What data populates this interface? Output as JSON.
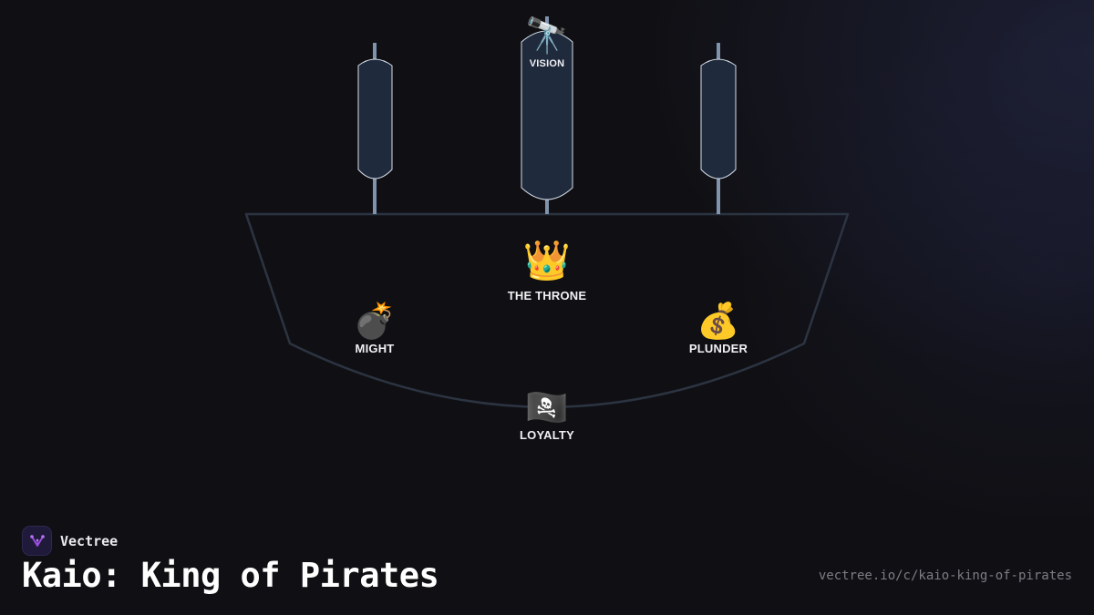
{
  "colors": {
    "background": "#101014",
    "hull_stroke": "#2c3442",
    "mast": "#7f93ad",
    "sail_fill": "#1f2a3d",
    "sail_stroke": "#d7dfe9",
    "label": "#f1f1f4",
    "url": "#7c7c86",
    "brand_accent": "#9b4ee0"
  },
  "diagram": {
    "nodes": [
      {
        "id": "vision",
        "icon": "telescope-icon",
        "emoji": "🔭",
        "label": "VISION"
      },
      {
        "id": "throne",
        "icon": "crown-icon",
        "emoji": "👑",
        "label": "THE THRONE"
      },
      {
        "id": "might",
        "icon": "bomb-icon",
        "emoji": "💣",
        "label": "MIGHT"
      },
      {
        "id": "plunder",
        "icon": "money-bag-icon",
        "emoji": "💰",
        "label": "PLUNDER"
      },
      {
        "id": "loyalty",
        "icon": "pirate-flag-icon",
        "emoji": "🏴‍☠️",
        "label": "LOYALTY"
      }
    ]
  },
  "footer": {
    "brand_name": "Vectree",
    "title": "Kaio: King of Pirates",
    "url": "vectree.io/c/kaio-king-of-pirates"
  }
}
